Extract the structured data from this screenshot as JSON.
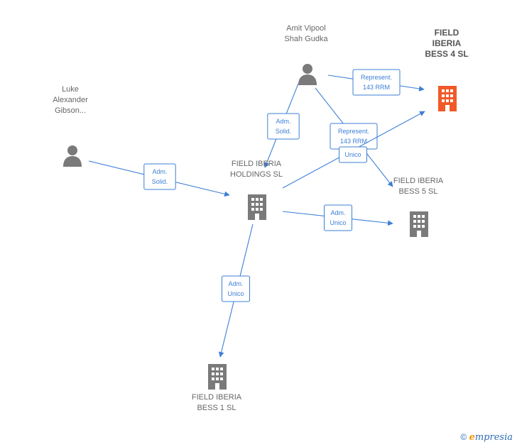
{
  "colors": {
    "edge": "#3d7fd6",
    "company": "#7a7a7a",
    "company_focus": "#f05a28",
    "person": "#7a7a7a"
  },
  "nodes": [
    {
      "id": "amit",
      "kind": "person",
      "lines": [
        "Amit Vipool",
        "Shah Gudka"
      ],
      "focus": false,
      "icon": "person-icon"
    },
    {
      "id": "luke",
      "kind": "person",
      "lines": [
        "Luke",
        "Alexander",
        "Gibson..."
      ],
      "focus": false,
      "icon": "person-icon"
    },
    {
      "id": "fih",
      "kind": "company",
      "lines": [
        "FIELD IBERIA",
        "HOLDINGS  SL"
      ],
      "focus": false,
      "icon": "building-icon"
    },
    {
      "id": "bess4",
      "kind": "company",
      "lines": [
        "FIELD",
        "IBERIA",
        "BESS 4  SL"
      ],
      "focus": true,
      "icon": "building-icon"
    },
    {
      "id": "bess5",
      "kind": "company",
      "lines": [
        "FIELD IBERIA",
        "BESS 5  SL"
      ],
      "focus": false,
      "icon": "building-icon"
    },
    {
      "id": "bess1",
      "kind": "company",
      "lines": [
        "FIELD IBERIA",
        "BESS 1  SL"
      ],
      "focus": false,
      "icon": "building-icon"
    }
  ],
  "edges": [
    {
      "from": "amit",
      "to": "bess4",
      "label": [
        "Represent.",
        "143 RRM"
      ]
    },
    {
      "from": "amit",
      "to": "fih",
      "label": [
        "Adm.",
        "Solid."
      ]
    },
    {
      "from": "amit",
      "to": "bess5",
      "label": [
        "Represent.",
        "143 RRM"
      ]
    },
    {
      "from": "fih",
      "to": "bess4",
      "label": [
        "Unico"
      ]
    },
    {
      "from": "luke",
      "to": "fih",
      "label": [
        "Adm.",
        "Solid."
      ]
    },
    {
      "from": "fih",
      "to": "bess5",
      "label": [
        "Adm.",
        "Unico"
      ]
    },
    {
      "from": "fih",
      "to": "bess1",
      "label": [
        "Adm.",
        "Unico"
      ]
    }
  ],
  "footer": {
    "copyright_symbol": "©",
    "brand_first": "e",
    "brand_rest": "mpresia"
  }
}
